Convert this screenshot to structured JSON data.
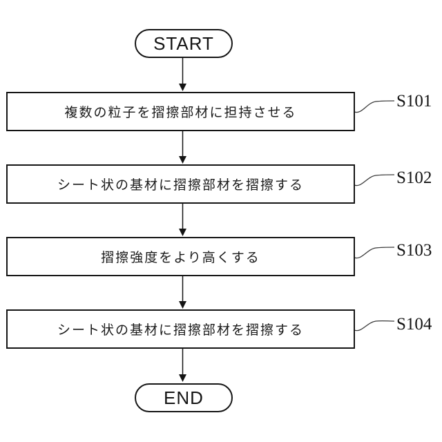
{
  "figure": {
    "type": "flowchart",
    "start_label": "START",
    "end_label": "END",
    "steps": [
      {
        "id": "S101",
        "text": "複数の粒子を摺擦部材に担持させる"
      },
      {
        "id": "S102",
        "text": "シート状の基材に摺擦部材を摺擦する"
      },
      {
        "id": "S103",
        "text": "摺擦強度をより高くする"
      },
      {
        "id": "S104",
        "text": "シート状の基材に摺擦部材を摺擦する"
      }
    ],
    "colors": {
      "line": "#141414",
      "background": "#ffffff"
    }
  }
}
